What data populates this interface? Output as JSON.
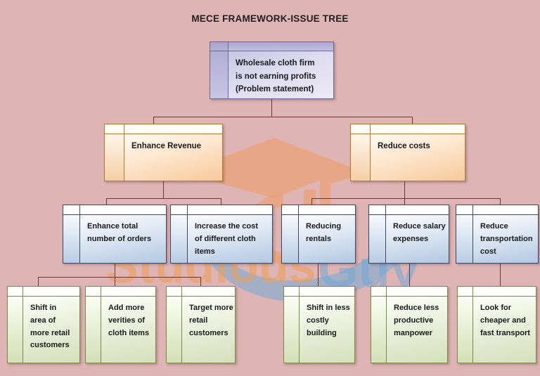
{
  "meta": {
    "title": "MECE FRAMEWORK-ISSUE TREE",
    "background_color": "#deb4b4",
    "connector_color": "#6b3636"
  },
  "watermark": {
    "text_part1": "Studious",
    "text_part2": "Guy",
    "color1": "#f0a055",
    "color2": "#6aa9d8",
    "cap_color": "#ef9b5f"
  },
  "levels": {
    "level1_color": "#c9c6e3",
    "level2_color": "#f7c99a",
    "level3_color": "#b3c8e2",
    "level4_color": "#d4e0bb"
  },
  "nodes": {
    "root": {
      "lines": [
        "Wholesale cloth firm",
        "is not earning profits",
        "(Problem statement)"
      ]
    },
    "revenue": {
      "lines": [
        "Enhance Revenue"
      ]
    },
    "costs": {
      "lines": [
        "Reduce costs"
      ]
    },
    "orders": {
      "lines": [
        "Enhance total",
        "number of orders"
      ]
    },
    "price": {
      "lines": [
        "Increase the cost",
        "of different cloth",
        "items"
      ]
    },
    "rentals": {
      "lines": [
        "Reducing",
        "rentals"
      ]
    },
    "salary": {
      "lines": [
        "Reduce salary",
        "expenses"
      ]
    },
    "transport": {
      "lines": [
        "Reduce",
        "transportation",
        "cost"
      ]
    },
    "shift_area": {
      "lines": [
        "Shift in",
        "area of",
        "more retail",
        "customers"
      ]
    },
    "add_varieties": {
      "lines": [
        "Add more",
        "verities of",
        "cloth items"
      ]
    },
    "target_retail": {
      "lines": [
        "Target more",
        "retail",
        "customers"
      ]
    },
    "less_costly_building": {
      "lines": [
        "Shift in less",
        "costly",
        "building"
      ]
    },
    "less_productive": {
      "lines": [
        "Reduce less",
        "productive",
        "manpower"
      ]
    },
    "cheaper_transport": {
      "lines": [
        "Look for",
        "cheaper and",
        "fast transport"
      ]
    }
  }
}
